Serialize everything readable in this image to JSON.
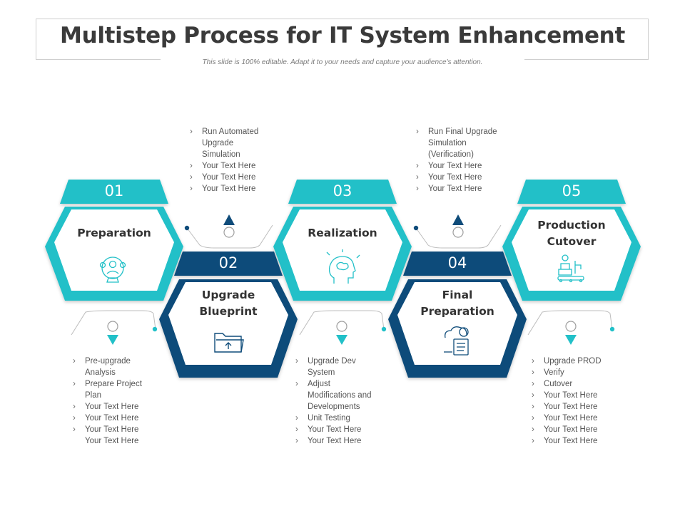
{
  "header": {
    "title": "Multistep Process for IT System Enhancement",
    "subtitle": "This slide is 100% editable. Adapt it to your needs and capture your audience's attention."
  },
  "colors": {
    "teal": "#22c0c8",
    "navy": "#0f4c7a",
    "text": "#333333"
  },
  "steps": [
    {
      "number": "01",
      "name": "Preparation",
      "icon": "people-network-icon",
      "bullets": [
        "Pre-upgrade",
        "Analysis",
        "Prepare Project",
        "Plan",
        "Your Text Here",
        "Your Text Here",
        "Your Text Here",
        "Your Text Here"
      ]
    },
    {
      "number": "02",
      "name_line1": "Upgrade",
      "name_line2": "Blueprint",
      "icon": "folder-upload-icon",
      "bullets": [
        "Run Automated",
        "Upgrade",
        "Simulation",
        "Your Text Here",
        "Your Text Here",
        "Your Text Here"
      ]
    },
    {
      "number": "03",
      "name": "Realization",
      "icon": "brain-head-icon",
      "bullets": [
        "Upgrade Dev",
        "System",
        "Adjust",
        "Modifications and",
        "Developments",
        "Unit Testing",
        "Your Text Here",
        "Your Text Here"
      ]
    },
    {
      "number": "04",
      "name_line1": "Final",
      "name_line2": "Preparation",
      "icon": "cloud-gear-checklist-icon",
      "bullets": [
        "Run Final Upgrade",
        "Simulation",
        "(Verification)",
        "Your Text Here",
        "Your Text Here",
        "Your Text Here"
      ]
    },
    {
      "number": "05",
      "name_line1": "Production",
      "name_line2": "Cutover",
      "icon": "factory-worker-icon",
      "bullets": [
        "Upgrade PROD",
        "Verify",
        "Cutover",
        "Your Text Here",
        "Your Text Here",
        "Your Text Here",
        "Your Text Here",
        "Your Text Here"
      ]
    }
  ]
}
